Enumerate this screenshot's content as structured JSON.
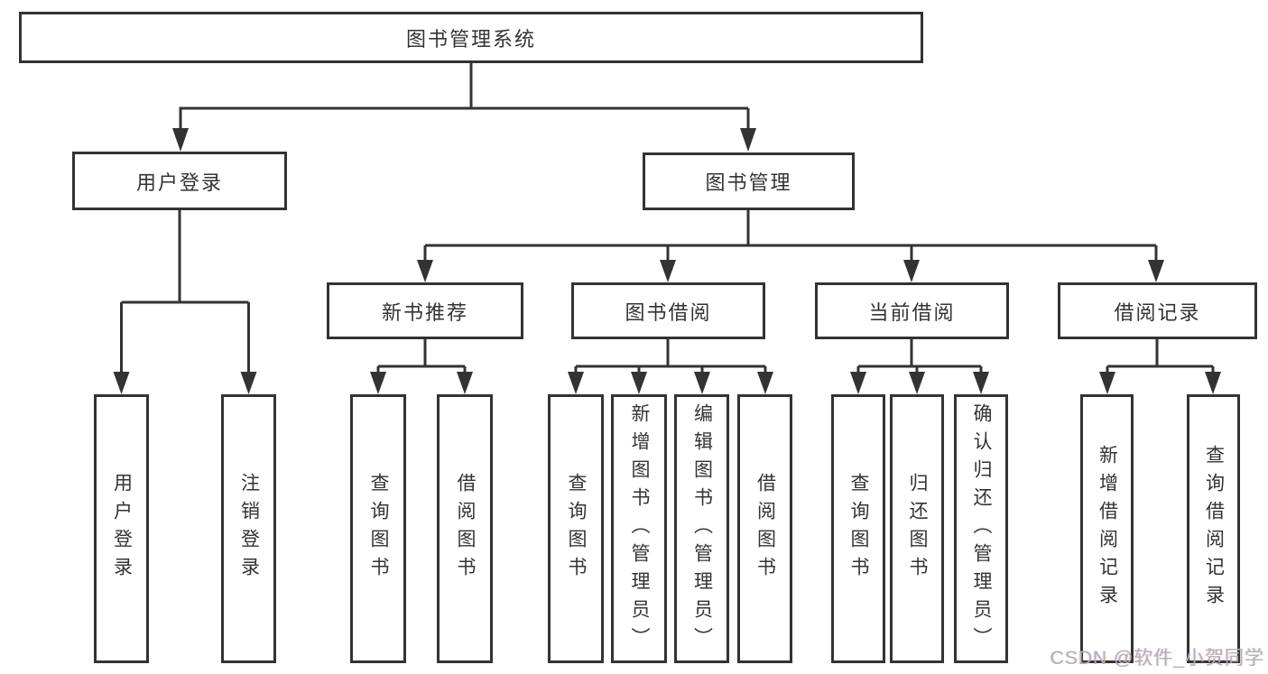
{
  "title": {
    "label": "图书管理系统"
  },
  "branches": [
    {
      "label": "用户登录"
    },
    {
      "label": "图书管理"
    }
  ],
  "modules": [
    {
      "label": "新书推荐"
    },
    {
      "label": "图书借阅"
    },
    {
      "label": "当前借阅"
    },
    {
      "label": "借阅记录"
    }
  ],
  "functions": [
    {
      "label": "用户登录"
    },
    {
      "label": "注销登录"
    },
    {
      "label": "查询图书"
    },
    {
      "label": "借阅图书"
    },
    {
      "label": "查询图书"
    },
    {
      "label": "新增图书（管理员）"
    },
    {
      "label": "编辑图书（管理员）"
    },
    {
      "label": "借阅图书"
    },
    {
      "label": "查询图书"
    },
    {
      "label": "归还图书"
    },
    {
      "label": "确认归还（管理员）"
    },
    {
      "label": "新增借阅记录"
    },
    {
      "label": "查询借阅记录"
    }
  ],
  "watermark": {
    "text": "CSDN @软件_小贺同学"
  },
  "colors": {
    "line": "#333333",
    "text": "#333333",
    "watermark": "#b2b2b2",
    "background": "#ffffff"
  }
}
